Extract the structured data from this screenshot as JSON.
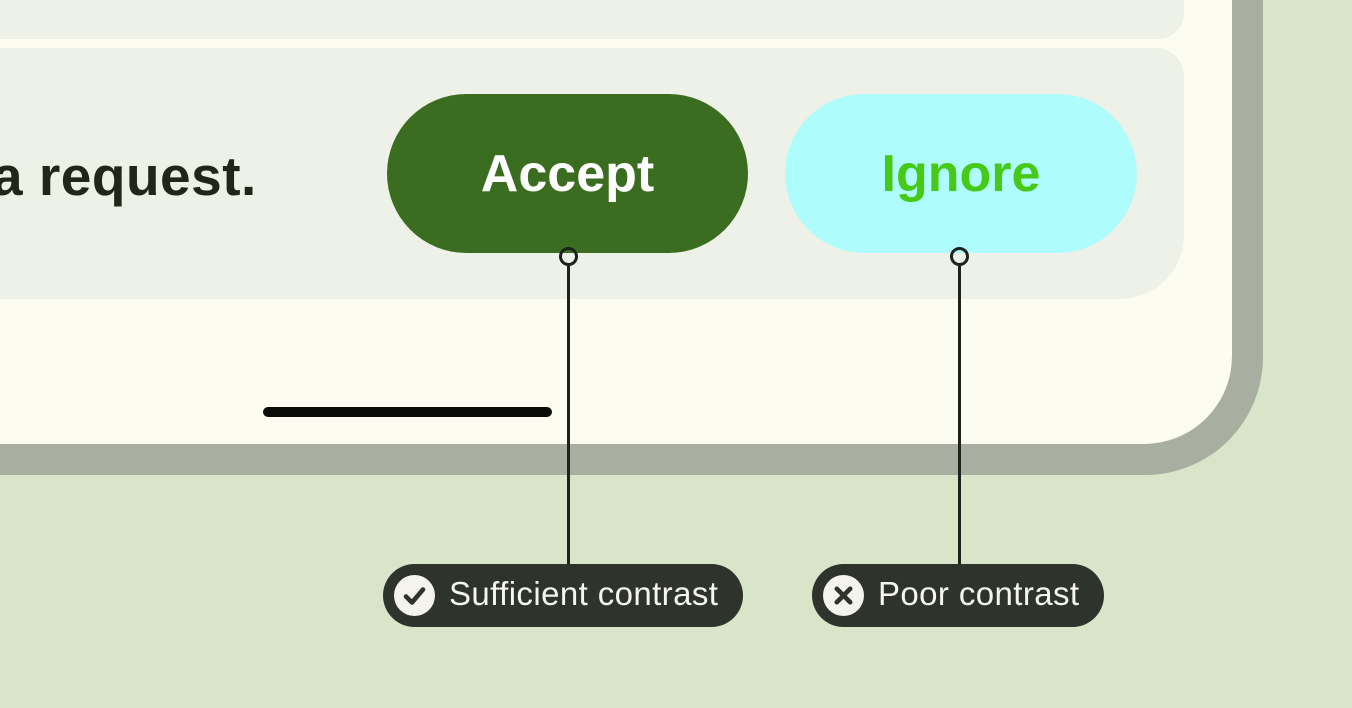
{
  "colors": {
    "page_background": "#d9e5c9",
    "device_frame": "#a8afa0",
    "device_screen": "#fdfcf1",
    "card_background": "#eef1e7",
    "accept_button_background": "#3a6d20",
    "accept_button_text": "#ffffff",
    "ignore_button_background": "#aefdfc",
    "ignore_button_text": "#47c917",
    "message_text_color": "#212619",
    "home_indicator_color": "#0b0c08",
    "connector_color": "#1d221c",
    "callout_background": "#2e332b",
    "callout_text_color": "#f7f6ee",
    "callout_icon_circle": "#f5f4ec"
  },
  "mockup": {
    "message_text": "a request.",
    "buttons": [
      {
        "label": "Accept",
        "background": "#3a6d20",
        "text_color": "#ffffff"
      },
      {
        "label": "Ignore",
        "background": "#aefdfc",
        "text_color": "#47c917"
      }
    ]
  },
  "callouts": [
    {
      "icon": "check-icon",
      "label": "Sufficient contrast"
    },
    {
      "icon": "x-icon",
      "label": "Poor contrast"
    }
  ]
}
